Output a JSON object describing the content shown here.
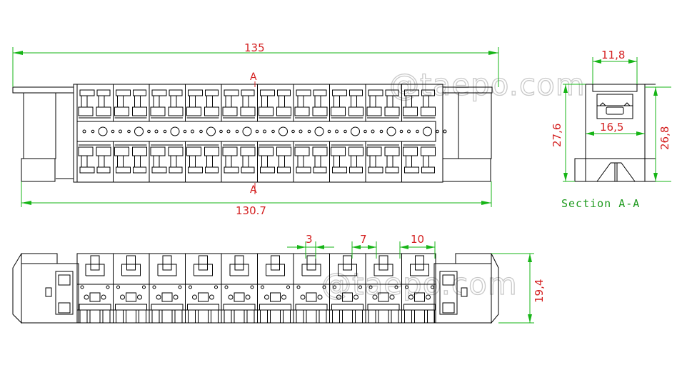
{
  "watermark": "@taepo.com",
  "dimensions": {
    "top_overall_length": "135",
    "top_body_length": "130.7",
    "section_width": "11,8",
    "section_inner_width": "16,5",
    "section_left_height": "27,6",
    "section_right_height": "26,8",
    "front_pitch_a": "3",
    "front_pitch_b": "7",
    "front_pitch_c": "10",
    "front_height": "19,4"
  },
  "section_marks": {
    "top": "A",
    "bottom": "A"
  },
  "section_label": "Section A-A",
  "colors": {
    "dimension_text": "#d42020",
    "dimension_line": "#17b517",
    "outline": "#000000",
    "watermark": "#c9c9c9"
  },
  "module_count": 10
}
